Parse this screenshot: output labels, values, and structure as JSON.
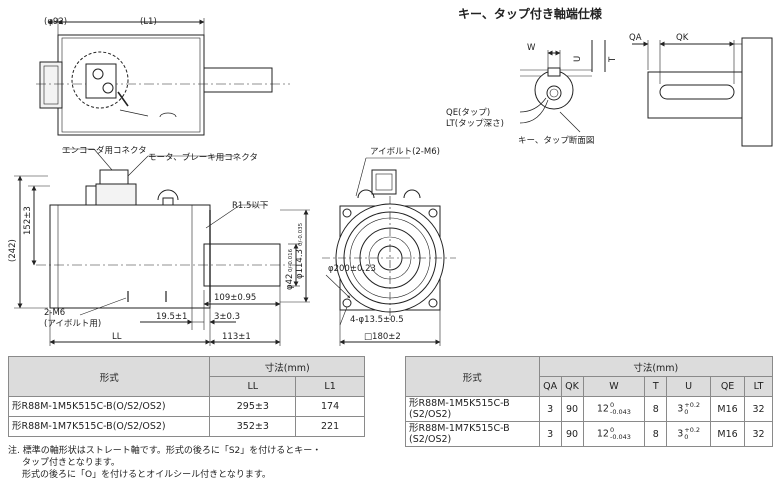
{
  "keyed_shaft_title": "キー、タップ付き軸端仕様",
  "top_view": {
    "phi92": "(φ92)",
    "l1": "(L1)"
  },
  "key_detail": {
    "w": "W",
    "u": "U",
    "t": "T",
    "qe": "QE(タップ)",
    "lt": "LT(タップ深さ)",
    "section": "キー、タップ断面図",
    "qa": "QA",
    "qk": "QK"
  },
  "side_view": {
    "encoder_connector": "エンコーダ用コネクタ",
    "motor_connector": "モータ、ブレーキ用コネクタ",
    "r15": "R1.5以下",
    "dim_242": "(242)",
    "dim_152": "152±3",
    "phi42": "φ42",
    "phi42_tol": "0/-0.016",
    "phi114": "φ114.3",
    "phi114_tol": "0/-0.035",
    "dim_109": "109±0.95",
    "dim_195": "19.5±1",
    "dim_3": "3±0.3",
    "m6_note": "2-M6",
    "m6_sub": "(アイボルト用)",
    "ll": "LL",
    "dim_113": "113±1"
  },
  "front_view": {
    "eyebolt": "アイボルト(2-M6)",
    "phi200": "φ200±0.23",
    "holes": "4-φ13.5±0.5",
    "square": "□180±2"
  },
  "table_a": {
    "model_header": "形式",
    "dim_header": "寸法(mm)",
    "columns": [
      "LL",
      "L1"
    ],
    "rows": [
      {
        "model": "形R88M-1M5K515C-B(O/S2/OS2)",
        "ll": "295±3",
        "l1": "174"
      },
      {
        "model": "形R88M-1M7K515C-B(O/S2/OS2)",
        "ll": "352±3",
        "l1": "221"
      }
    ]
  },
  "table_b": {
    "model_header": "形式",
    "dim_header": "寸法(mm)",
    "columns": [
      "QA",
      "QK",
      "W",
      "T",
      "U",
      "QE",
      "LT"
    ],
    "rows": [
      {
        "model_1": "形R88M-1M5K515C-B",
        "model_2": "(S2/OS2)",
        "qa": "3",
        "qk": "90",
        "w": "12",
        "w_upper": "0",
        "w_lower": "-0.043",
        "t": "8",
        "u": "3",
        "u_upper": "+0.2",
        "u_lower": "0",
        "qe": "M16",
        "lt": "32"
      },
      {
        "model_1": "形R88M-1M7K515C-B",
        "model_2": "(S2/OS2)",
        "qa": "3",
        "qk": "90",
        "w": "12",
        "w_upper": "0",
        "w_lower": "-0.043",
        "t": "8",
        "u": "3",
        "u_upper": "+0.2",
        "u_lower": "0",
        "qe": "M16",
        "lt": "32"
      }
    ]
  },
  "notes": [
    "注. 標準の軸形状はストレート軸です。形式の後ろに「S2」を付けるとキー・",
    "タップ付きとなります。",
    "形式の後ろに「O」を付けるとオイルシール付きとなります。"
  ]
}
